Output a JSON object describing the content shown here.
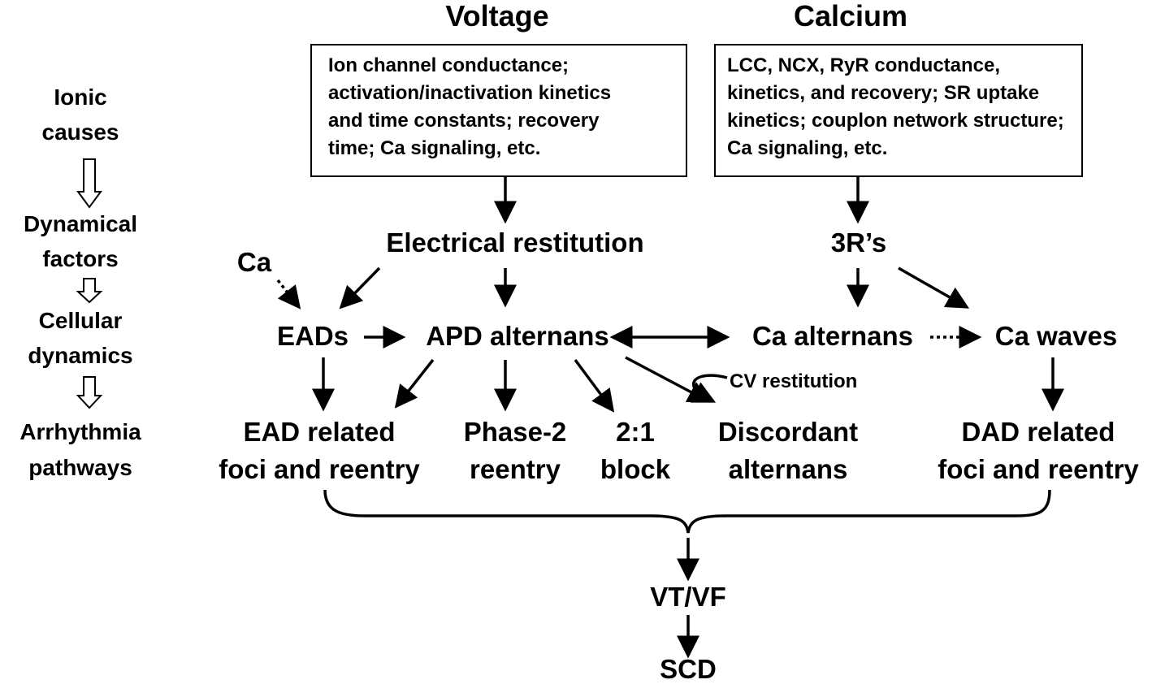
{
  "headers": {
    "voltage": "Voltage",
    "calcium": "Calcium"
  },
  "levels": {
    "ionic": [
      "Ionic",
      "causes"
    ],
    "dynamical": [
      "Dynamical",
      "factors"
    ],
    "cellular": [
      "Cellular",
      "dynamics"
    ],
    "arrhythmia": [
      "Arrhythmia",
      "pathways"
    ]
  },
  "boxes": {
    "voltage": [
      "Ion channel conductance;",
      "activation/inactivation kinetics",
      "and time constants; recovery",
      "time; Ca signaling, etc."
    ],
    "calcium": [
      "LCC, NCX, RyR conductance,",
      "kinetics, and recovery; SR uptake",
      "kinetics; couplon network structure;",
      "Ca signaling, etc."
    ]
  },
  "nodes": {
    "electrical_restitution": "Electrical restitution",
    "three_rs": "3R’s",
    "ca": "Ca",
    "eads": "EADs",
    "apd_alternans": "APD alternans",
    "ca_alternans": "Ca alternans",
    "ca_waves": "Ca waves",
    "cv_restitution": "CV restitution",
    "vt_vf": "VT/VF",
    "scd": "SCD"
  },
  "pathways": {
    "ead": [
      "EAD related",
      "foci and reentry"
    ],
    "phase2": [
      "Phase-2",
      "reentry"
    ],
    "block": [
      "2:1",
      "block"
    ],
    "discordant": [
      "Discordant",
      "alternans"
    ],
    "dad": [
      "DAD related",
      "foci and reentry"
    ]
  }
}
